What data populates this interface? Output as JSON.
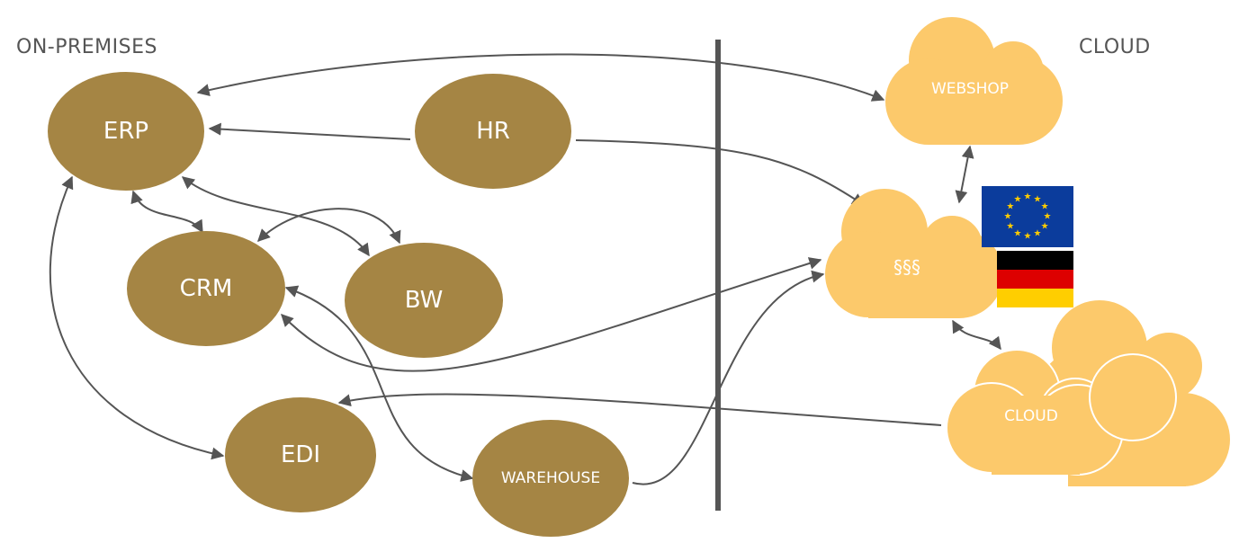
{
  "labels": {
    "left": "ON-PREMISES",
    "right": "CLOUD"
  },
  "nodes": {
    "erp": "ERP",
    "hr": "HR",
    "crm": "CRM",
    "bw": "BW",
    "edi": "EDI",
    "warehouse": "WAREHOUSE",
    "webshop": "WEBSHOP",
    "legal": "§§§",
    "cloud": "CLOUD"
  },
  "colors": {
    "on_prem": "#a58544",
    "cloud": "#fcc96b",
    "divider": "#555555",
    "arrow": "#555555",
    "eu_blue": "#0b3c9c",
    "eu_star": "#ffcc00",
    "de_black": "#000000",
    "de_red": "#dd0000",
    "de_gold": "#ffce00"
  },
  "flags": {
    "eu": "eu-flag",
    "de": "germany-flag"
  }
}
